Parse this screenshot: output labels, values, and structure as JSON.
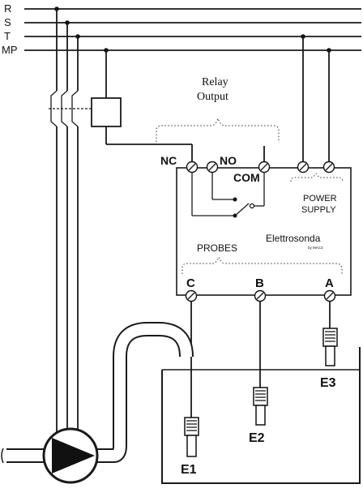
{
  "lines": [
    "R",
    "S",
    "T",
    "MP"
  ],
  "relay_output": {
    "line1": "Relay",
    "line2": "Output"
  },
  "terminals": {
    "nc": "NC",
    "no": "NO",
    "com": "COM"
  },
  "power_supply": {
    "line1": "POWER",
    "line2": "SUPPLY"
  },
  "brand": {
    "name": "Elettrosonda",
    "sub": "by MAC3"
  },
  "probes_label": "PROBES",
  "probe_terminals": [
    "C",
    "B",
    "A"
  ],
  "electrodes": [
    "E1",
    "E2",
    "E3"
  ]
}
